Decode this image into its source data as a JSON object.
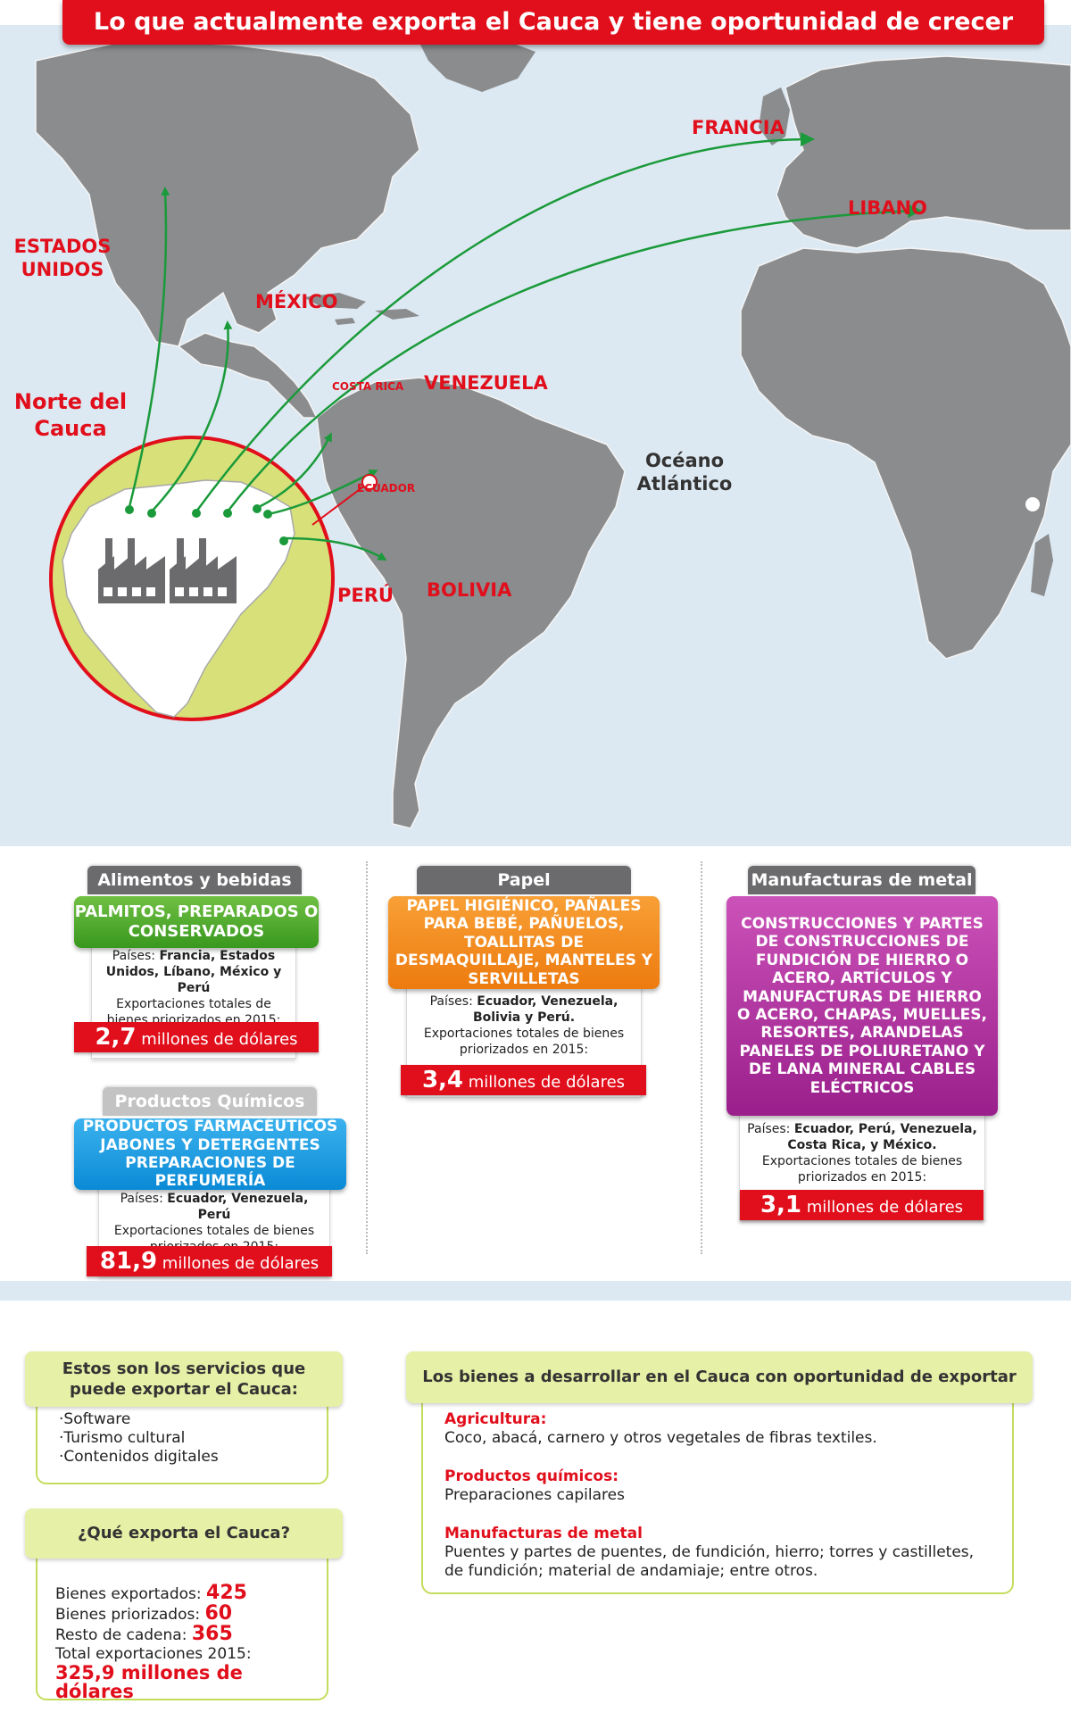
{
  "title": "Lo que actualmente exporta el Cauca y tiene oportunidad de crecer",
  "map": {
    "labels": {
      "francia": "FRANCIA",
      "libano": "LIBANO",
      "estados_unidos": "ESTADOS UNIDOS",
      "mexico": "MÉXICO",
      "costa_rica": "COSTA RICA",
      "venezuela": "VENEZUELA",
      "ecuador": "ECUADOR",
      "peru": "PERÚ",
      "bolivia": "BOLIVIA",
      "norte_cauca": "Norte del Cauca",
      "oceano": "Océano Atlántico"
    },
    "colors": {
      "land": "#8a8c8e",
      "sea": "#dde9f2",
      "arrow": "#1a9a3a",
      "accent": "#e10e1b",
      "region": "#d8e07a"
    }
  },
  "sectors": [
    {
      "tab": "Alimentos y bebidas",
      "product": "PALMITOS, PREPARADOS O CONSERVADOS",
      "countries_label": "Países:",
      "countries": "Francia, Estados Unidos, Líbano, México y Perú",
      "exports_note": "Exportaciones totales de bienes priorizados en 2015:",
      "amount": "2,7",
      "unit": "millones de dólares"
    },
    {
      "tab": "Productos Químicos",
      "product": "PRODUCTOS FARMACÉUTICOS JABONES Y DETERGENTES PREPARACIONES DE PERFUMERÍA",
      "countries_label": "Países:",
      "countries": "Ecuador, Venezuela, Perú",
      "exports_note": "Exportaciones totales de bienes priorizados en 2015:",
      "amount": "81,9",
      "unit": "millones de dólares"
    },
    {
      "tab": "Papel",
      "product": "PAPEL HIGIÉNICO, PAÑALES PARA BEBÉ, PAÑUELOS, TOALLITAS DE DESMAQUILLAJE, MANTELES Y SERVILLETAS",
      "countries_label": "Países:",
      "countries": "Ecuador, Venezuela, Bolivia y Perú.",
      "exports_note": "Exportaciones totales de bienes priorizados en 2015:",
      "amount": "3,4",
      "unit": "millones de dólares"
    },
    {
      "tab": "Manufacturas de metal",
      "product": "CONSTRUCCIONES Y PARTES DE CONSTRUCCIONES DE FUNDICIÓN DE HIERRO O ACERO, ARTÍCULOS Y MANUFACTURAS DE HIERRO O ACERO, CHAPAS, MUELLES, RESORTES, ARANDELAS PANELES DE POLIURETANO Y DE LANA MINERAL CABLES ELÉCTRICOS",
      "countries_label": "Países:",
      "countries": "Ecuador, Perú, Venezuela, Costa Rica, y México.",
      "exports_note": "Exportaciones totales de bienes priorizados en 2015:",
      "amount": "3,1",
      "unit": "millones de dólares"
    }
  ],
  "services": {
    "title": "Estos son los servicios que puede exportar el Cauca:",
    "items": [
      "·Software",
      "·Turismo cultural",
      "·Contenidos digitales"
    ]
  },
  "exports_summary": {
    "title": "¿Qué exporta el Cauca?",
    "rows": [
      {
        "label": "Bienes exportados:",
        "value": "425"
      },
      {
        "label": "Bienes priorizados:",
        "value": "60"
      },
      {
        "label": "Resto de cadena:",
        "value": "365"
      }
    ],
    "total_label": "Total exportaciones 2015:",
    "total_value": "325,9 millones de dólares"
  },
  "goods": {
    "title": "Los bienes a desarrollar en el Cauca con oportunidad de exportar",
    "sections": [
      {
        "heading": "Agricultura:",
        "text": "Coco, abacá, carnero y otros vegetales de fibras textiles."
      },
      {
        "heading": "Productos químicos:",
        "text": "Preparaciones capilares"
      },
      {
        "heading": "Manufacturas de metal",
        "text": "Puentes y partes de puentes, de fundición, hierro; torres y castilletes, de fundición; material de andamiaje; entre otros."
      }
    ]
  }
}
